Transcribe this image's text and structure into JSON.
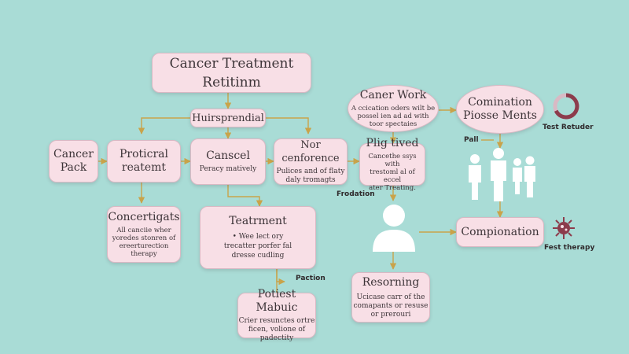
{
  "colors": {
    "background": "#a9dcd6",
    "box_fill": "#f8dfe6",
    "box_border": "#d9b9c4",
    "connector": "#c9a34a",
    "figure": "#ffffff",
    "gauge": "#8c3c4c"
  },
  "nodes": {
    "title": {
      "line1": "Cancer Treatment",
      "line2": "Retitinm"
    },
    "hub": {
      "title": "Huirsprendial"
    },
    "cancer_pack": {
      "line1": "Cancer",
      "line2": "Pack"
    },
    "proticral": {
      "line1": "Proticral",
      "line2": "reatemt"
    },
    "canscel": {
      "title": "Canscel",
      "sub": "Peracy matively"
    },
    "nor_conf": {
      "title": "Nor cenforence",
      "sub1": "Pulices and of flaty",
      "sub2": "daly tromagts"
    },
    "caner_work": {
      "title": "Caner Work",
      "sub1": "A ccication oders wilt be",
      "sub2": "possel ien ad ad with",
      "sub3": "toor spectaies"
    },
    "combination_top": {
      "line1": "Comination",
      "line2": "Piosse Ments"
    },
    "plig": {
      "title": "Plig tived",
      "sub1": "Cancethe ssys with",
      "sub2": "trestoml al of eccel",
      "sub3": "ater Treating."
    },
    "concertigats": {
      "title": "Concertigats",
      "sub1": "All canciie wher",
      "sub2": "yoredes stonren of",
      "sub3": "ereerturection",
      "sub4": "therapy"
    },
    "teatrment": {
      "title": "Teatrment",
      "sub1": "• Wee lect ory",
      "sub2": "trecatter porfer fal",
      "sub3": "dresse cudling"
    },
    "potiest": {
      "title": "Potiest Mabuic",
      "sub1": "Crier resunctes ortre",
      "sub2": "ficen, volione of",
      "sub3": "padectity"
    },
    "resorning": {
      "title": "Resorning",
      "sub1": "Ucicase carr of the",
      "sub2": "comapants or resuse",
      "sub3": "or prerouri"
    },
    "compionation": {
      "title": "Compionation"
    }
  },
  "labels": {
    "test_retuder": "Test Retuder",
    "pall": "Pall",
    "frodation": "Frodation",
    "paction": "Paction",
    "fest_therapy": "Fest therapy"
  },
  "icons": [
    "ring-gauge-icon",
    "family-group-icon",
    "person-avatar-icon",
    "virus-icon"
  ]
}
